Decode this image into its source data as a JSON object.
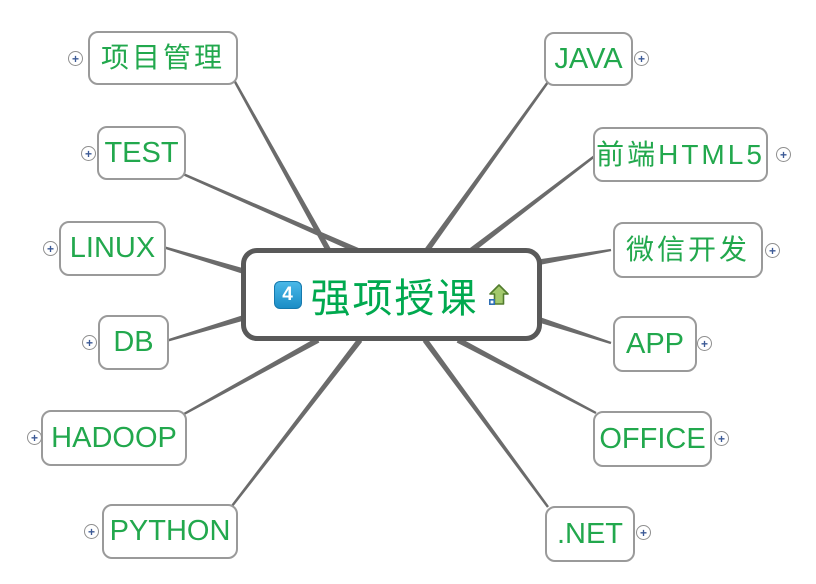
{
  "app": {
    "type": "mindmap",
    "background": "#ffffff"
  },
  "colors": {
    "topic_text_green": "#22a84d",
    "center_text_green": "#00a94f",
    "topic_border_gray": "#9a9a9a",
    "center_border_gray": "#595959",
    "connector_gray": "#6b6b6b",
    "badge_blue_top": "#4ab8e8",
    "badge_blue_bottom": "#1b8dc6",
    "expand_plus_blue": "#3c5a96",
    "marker_arrow_fill": "#a3c96d",
    "marker_arrow_stroke": "#527c2e",
    "marker_square_blue": "#2f6fb5"
  },
  "center": {
    "badge_number": "4",
    "label": "强项授课",
    "marker": "up-arrow-marker"
  },
  "topics": [
    {
      "label": "项目管理",
      "side": "left"
    },
    {
      "label": "TEST",
      "side": "left"
    },
    {
      "label": "LINUX",
      "side": "left"
    },
    {
      "label": "DB",
      "side": "left"
    },
    {
      "label": "HADOOP",
      "side": "left"
    },
    {
      "label": "PYTHON",
      "side": "left"
    },
    {
      "label": "JAVA",
      "side": "right"
    },
    {
      "label": "前端HTML5",
      "side": "right"
    },
    {
      "label": "微信开发",
      "side": "right"
    },
    {
      "label": "APP",
      "side": "right"
    },
    {
      "label": "OFFICE",
      "side": "right"
    },
    {
      "label": ".NET",
      "side": "right"
    }
  ],
  "icons": {
    "expand": "+"
  }
}
